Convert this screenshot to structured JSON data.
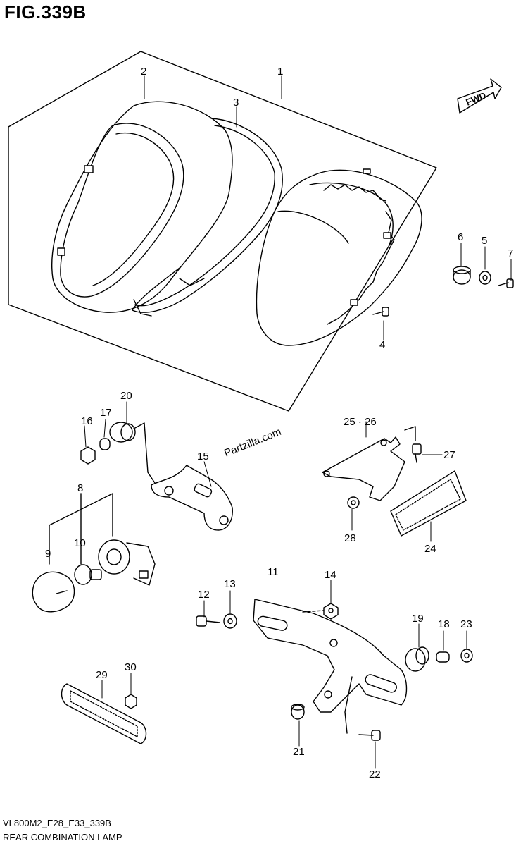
{
  "figure": {
    "title": "FIG.339B",
    "code": "VL800M2_E28_E33_339B",
    "name": "REAR COMBINATION LAMP",
    "watermark": "Partzilla.com",
    "fwd_arrow_label": "FWD"
  },
  "callouts": [
    {
      "id": "c1",
      "label": "1"
    },
    {
      "id": "c2",
      "label": "2"
    },
    {
      "id": "c3",
      "label": "3"
    },
    {
      "id": "c4",
      "label": "4"
    },
    {
      "id": "c5",
      "label": "5"
    },
    {
      "id": "c6",
      "label": "6"
    },
    {
      "id": "c7",
      "label": "7"
    },
    {
      "id": "c8",
      "label": "8"
    },
    {
      "id": "c9",
      "label": "9"
    },
    {
      "id": "c10",
      "label": "10"
    },
    {
      "id": "c11",
      "label": "11"
    },
    {
      "id": "c12",
      "label": "12"
    },
    {
      "id": "c13",
      "label": "13"
    },
    {
      "id": "c14",
      "label": "14"
    },
    {
      "id": "c15",
      "label": "15"
    },
    {
      "id": "c16",
      "label": "16"
    },
    {
      "id": "c17",
      "label": "17"
    },
    {
      "id": "c18",
      "label": "18"
    },
    {
      "id": "c19",
      "label": "19"
    },
    {
      "id": "c20",
      "label": "20"
    },
    {
      "id": "c21",
      "label": "21"
    },
    {
      "id": "c22",
      "label": "22"
    },
    {
      "id": "c23",
      "label": "23"
    },
    {
      "id": "c24",
      "label": "24"
    },
    {
      "id": "c2526",
      "label": "25 · 26"
    },
    {
      "id": "c27",
      "label": "27"
    },
    {
      "id": "c28",
      "label": "28"
    },
    {
      "id": "c29",
      "label": "29"
    },
    {
      "id": "c30",
      "label": "30"
    }
  ]
}
